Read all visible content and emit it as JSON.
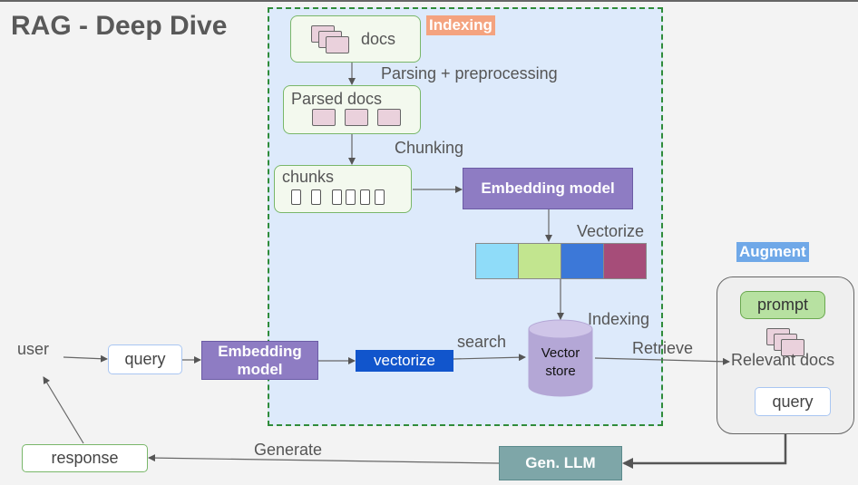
{
  "title": "RAG - Deep Dive",
  "tags": {
    "indexing": "Indexing",
    "augment": "Augment"
  },
  "indexing": {
    "docs": "docs",
    "parsing_label": "Parsing + preprocessing",
    "parsed_docs": "Parsed docs",
    "chunking_label": "Chunking",
    "chunks": "chunks",
    "embedding_model": "Embedding model",
    "vectorize_label": "Vectorize",
    "indexing_label": "Indexing",
    "vector_colors": [
      "#8fdcf9",
      "#c2e58f",
      "#3c78d8",
      "#a64d79"
    ]
  },
  "query_flow": {
    "user": "user",
    "query": "query",
    "embedding_model": "Embedding model",
    "vectorize": "vectorize",
    "search_label": "search",
    "vector_store": "Vector store",
    "retrieve_label": "Retrieve"
  },
  "augment": {
    "prompt": "prompt",
    "relevant_docs": "Relevant docs",
    "query": "query"
  },
  "generate": {
    "gen_llm": "Gen. LLM",
    "generate_label": "Generate",
    "response": "response"
  }
}
